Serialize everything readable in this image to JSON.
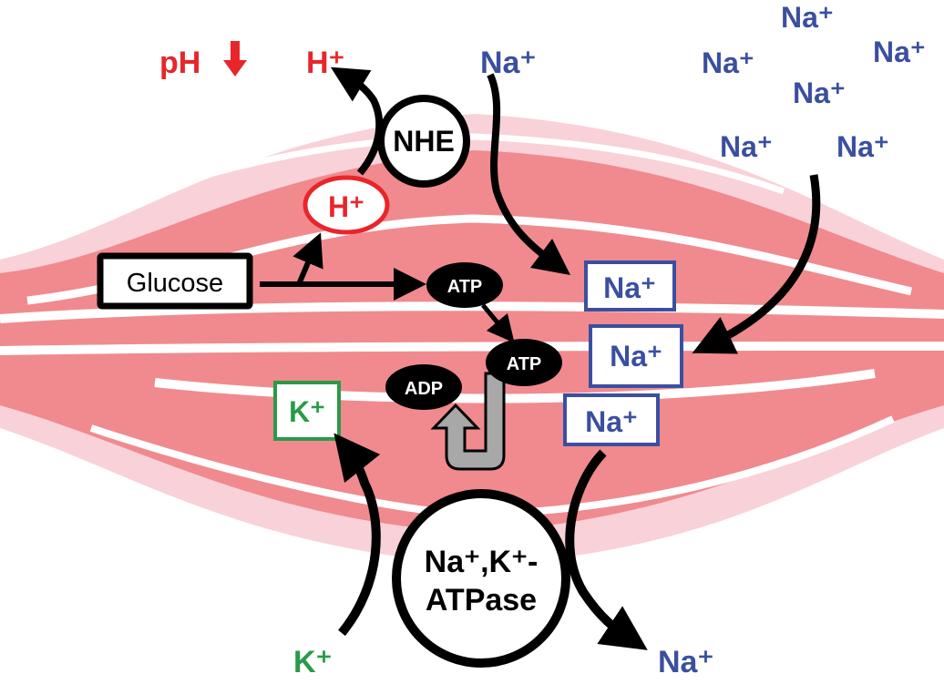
{
  "colors": {
    "muscle": "#f08a8f",
    "muscle_light": "#f8d2d8",
    "red": "#e8262a",
    "blue": "#3b4fa0",
    "green": "#2a9a48",
    "gray": "#a8a8a8"
  },
  "labels": {
    "ph": "pH",
    "h_out": "H⁺",
    "na_top": "Na⁺",
    "nhe": "NHE",
    "h_in": "H⁺",
    "glucose": "Glucose",
    "atp1": "ATP",
    "atp2": "ATP",
    "adp": "ADP",
    "na_in": [
      "Na⁺",
      "Na⁺",
      "Na⁺"
    ],
    "na_free": [
      "Na⁺",
      "Na⁺",
      "Na⁺",
      "Na⁺",
      "Na⁺",
      "Na⁺"
    ],
    "k_in": "K⁺",
    "pump_line1": "Na⁺,K⁺-",
    "pump_line2": "ATPase",
    "k_out": "K⁺",
    "na_out": "Na⁺"
  },
  "icons": {
    "ph_arrow": "arrow-down-icon"
  }
}
